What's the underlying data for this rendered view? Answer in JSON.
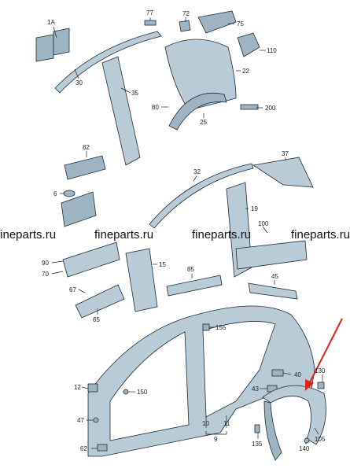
{
  "watermark": {
    "text": "fineparts.ru",
    "color": "#111111"
  },
  "labels": {
    "l1A": "1A",
    "l77": "77",
    "l72": "72",
    "l75": "75",
    "l110": "110",
    "l22": "22",
    "l30": "30",
    "l35": "35",
    "l80": "80",
    "l25": "25",
    "l200": "200",
    "l82": "82",
    "l37": "37",
    "l6": "6",
    "l32": "32",
    "l19": "19",
    "l100": "100",
    "l90": "90",
    "l70": "70",
    "l15": "15",
    "l85": "85",
    "l67": "67",
    "l45": "45",
    "l65": "65",
    "l155": "155",
    "l40": "40",
    "l130": "130",
    "l12": "12",
    "l150": "150",
    "l43": "43",
    "l47": "47",
    "l10": "10",
    "l11": "11",
    "l9": "9",
    "l105": "105",
    "l135": "135",
    "l140": "140",
    "l62": "62"
  },
  "colors": {
    "part_fill": "#b9cbd6",
    "part_dark": "#9fb4c2",
    "outline": "#1f2b33",
    "arrow": "#e32219"
  }
}
